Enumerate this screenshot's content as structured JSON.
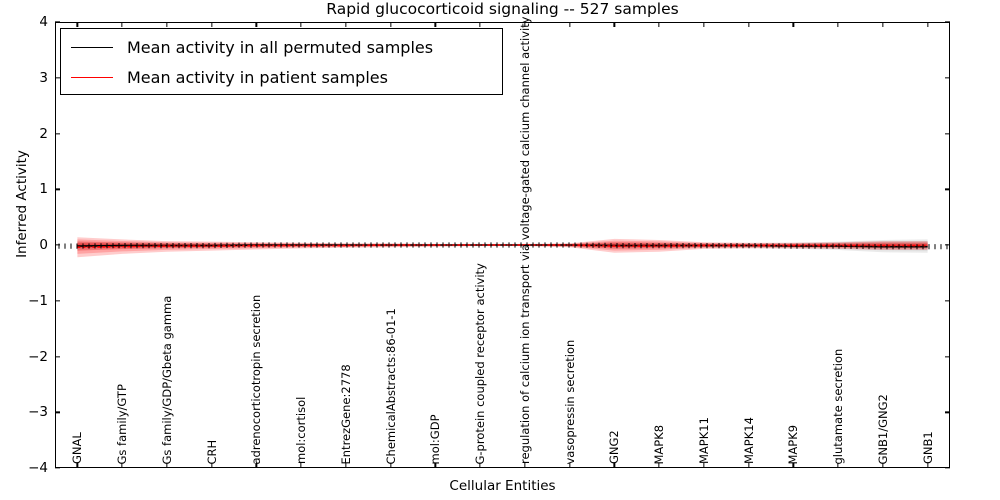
{
  "chart_data": {
    "type": "line",
    "title": "Rapid glucocorticoid signaling -- 527 samples",
    "xlabel": "Cellular Entities",
    "ylabel": "Inferred Activity",
    "ylim": [
      -4,
      4
    ],
    "yticks": [
      "4",
      "3",
      "2",
      "1",
      "0",
      "-1",
      "-2",
      "-3",
      "-4"
    ],
    "ytick_values": [
      4,
      3,
      2,
      1,
      0,
      -1,
      -2,
      -3,
      -4
    ],
    "grid": false,
    "legend_position": "upper left",
    "categories": [
      "GNAL",
      "Gs family/GTP",
      "Gs family/GDP/Gbeta gamma",
      "CRH",
      "adrenocorticotropin secretion",
      "mol:cortisol",
      "EntrezGene:2778",
      "ChemicalAbstracts:86-01-1",
      "mol:GDP",
      "G-protein coupled receptor activity",
      "regulation of calcium ion transport via voltage-gated calcium channel activity",
      "vasopressin secretion",
      "GNG2",
      "MAPK8",
      "MAPK11",
      "MAPK14",
      "MAPK9",
      "glutamate secretion",
      "GNB1/GNG2",
      "GNB1"
    ],
    "series": [
      {
        "name": "Mean activity in all permuted samples",
        "color": "#000000",
        "band_color": "#7f7f7f",
        "values": [
          -0.02,
          -0.01,
          -0.01,
          -0.01,
          0.0,
          0.0,
          0.0,
          0.0,
          0.0,
          0.0,
          0.0,
          0.0,
          -0.01,
          -0.01,
          -0.01,
          -0.01,
          -0.02,
          -0.02,
          -0.03,
          -0.03
        ],
        "band_upper": [
          0.06,
          0.05,
          0.04,
          0.03,
          0.02,
          0.02,
          0.01,
          0.01,
          0.01,
          0.01,
          0.01,
          0.02,
          0.05,
          0.04,
          0.03,
          0.03,
          0.04,
          0.06,
          0.09,
          0.1
        ],
        "band_lower": [
          -0.1,
          -0.07,
          -0.06,
          -0.05,
          -0.04,
          -0.03,
          -0.02,
          -0.02,
          -0.01,
          -0.01,
          -0.01,
          -0.03,
          -0.07,
          -0.06,
          -0.05,
          -0.05,
          -0.07,
          -0.09,
          -0.13,
          -0.14
        ]
      },
      {
        "name": "Mean activity in patient samples",
        "color": "#ff0000",
        "band_color": "#ff0000",
        "values": [
          -0.04,
          -0.03,
          -0.02,
          -0.02,
          -0.01,
          -0.01,
          -0.01,
          0.0,
          0.0,
          0.0,
          0.0,
          0.0,
          -0.02,
          -0.02,
          -0.01,
          -0.01,
          -0.01,
          -0.01,
          -0.01,
          -0.01
        ],
        "band_upper": [
          0.14,
          0.1,
          0.07,
          0.06,
          0.05,
          0.04,
          0.03,
          0.03,
          0.02,
          0.02,
          0.02,
          0.03,
          0.11,
          0.09,
          0.05,
          0.04,
          0.04,
          0.05,
          0.07,
          0.07
        ],
        "band_lower": [
          -0.22,
          -0.16,
          -0.12,
          -0.1,
          -0.08,
          -0.06,
          -0.05,
          -0.04,
          -0.03,
          -0.02,
          -0.02,
          -0.04,
          -0.14,
          -0.12,
          -0.07,
          -0.06,
          -0.06,
          -0.07,
          -0.09,
          -0.09
        ]
      }
    ]
  },
  "legend": {
    "entries": [
      {
        "label": "Mean activity in all permuted samples",
        "color": "#000000"
      },
      {
        "label": "Mean activity in patient samples",
        "color": "#ff0000"
      }
    ]
  }
}
